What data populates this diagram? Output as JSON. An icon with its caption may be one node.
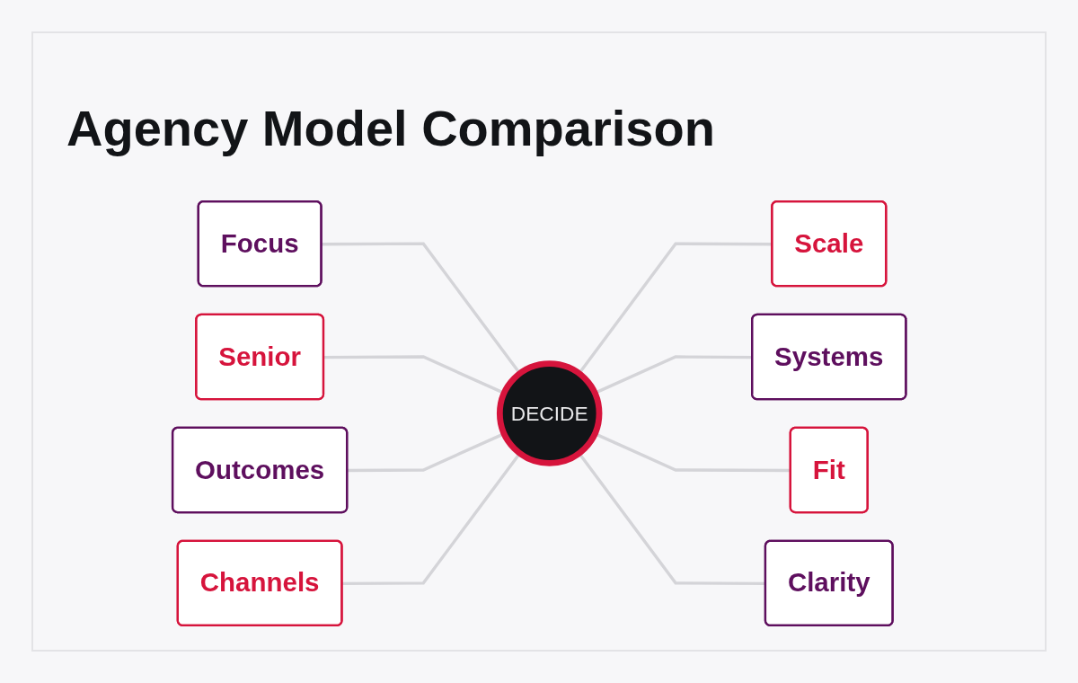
{
  "diagram": {
    "title": "Agency Model Comparison",
    "nodes": [
      {
        "text": [
          "DECIDE"
        ]
      },
      {
        "text": [
          "Focus"
        ]
      },
      {
        "text": [
          "Scale"
        ]
      },
      {
        "text": [
          "Senior"
        ]
      },
      {
        "text": [
          "Systems"
        ]
      },
      {
        "text": [
          "Outcomes"
        ]
      },
      {
        "text": [
          "Fit"
        ]
      },
      {
        "text": [
          "Channels"
        ]
      },
      {
        "text": [
          "Clarity"
        ]
      }
    ],
    "edges": [
      {
        "from": 1,
        "to": 0,
        "arrow": "none"
      },
      {
        "from": 0,
        "to": 2,
        "arrow": "none"
      },
      {
        "from": 3,
        "to": 0,
        "arrow": "none"
      },
      {
        "from": 0,
        "to": 4,
        "arrow": "none"
      },
      {
        "from": 5,
        "to": 0,
        "arrow": "none"
      },
      {
        "from": 0,
        "to": 6,
        "arrow": "none"
      },
      {
        "from": 7,
        "to": 0,
        "arrow": "none"
      },
      {
        "from": 0,
        "to": 8,
        "arrow": "none"
      }
    ]
  }
}
